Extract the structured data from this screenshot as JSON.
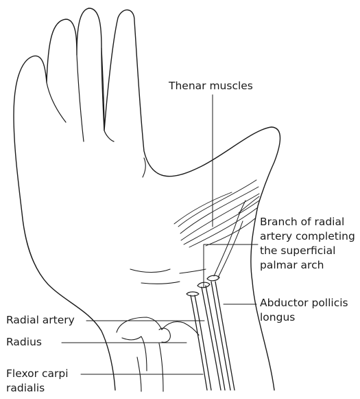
{
  "labels": {
    "thenar": "Thenar muscles",
    "branch": [
      "Branch of radial",
      "artery completing",
      "the superficial",
      "palmar arch"
    ],
    "abductor": [
      "Abductor pollicis",
      "longus"
    ],
    "radial_artery": "Radial artery",
    "radius": "Radius",
    "flexor": [
      "Flexor carpi",
      "radialis"
    ]
  }
}
